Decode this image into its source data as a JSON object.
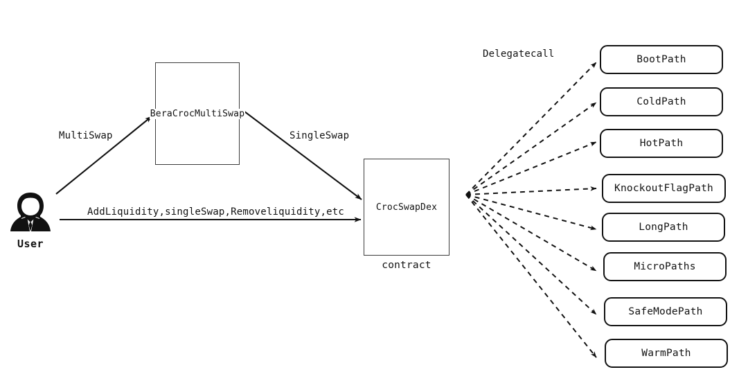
{
  "diagram": {
    "title": "CrocSwapDex delegatecall architecture",
    "background_color": "#ffffff",
    "stroke_color": "#111111"
  },
  "actor": {
    "label": "User",
    "icon": "user-avatar-icon"
  },
  "nodes": {
    "multiswap_contract": {
      "label": "BeraCrocMultiSwap",
      "shape": "rectangle"
    },
    "dex_contract": {
      "label": "CrocSwapDex",
      "shape": "rectangle",
      "caption": "contract"
    }
  },
  "edges": [
    {
      "name": "user-to-multiswap",
      "label": "MultiSwap",
      "style": "solid"
    },
    {
      "name": "multiswap-to-dex",
      "label": "SingleSwap",
      "style": "solid"
    },
    {
      "name": "user-to-dex",
      "label": "AddLiquidity,singleSwap,Removeliquidity,etc",
      "style": "solid"
    },
    {
      "name": "dex-to-paths",
      "label": "Delegatecall",
      "style": "dashed"
    }
  ],
  "paths": [
    {
      "label": "BootPath"
    },
    {
      "label": "ColdPath"
    },
    {
      "label": "HotPath"
    },
    {
      "label": "KnockoutFlagPath"
    },
    {
      "label": "LongPath"
    },
    {
      "label": "MicroPaths"
    },
    {
      "label": "SafeModePath"
    },
    {
      "label": "WarmPath"
    }
  ]
}
